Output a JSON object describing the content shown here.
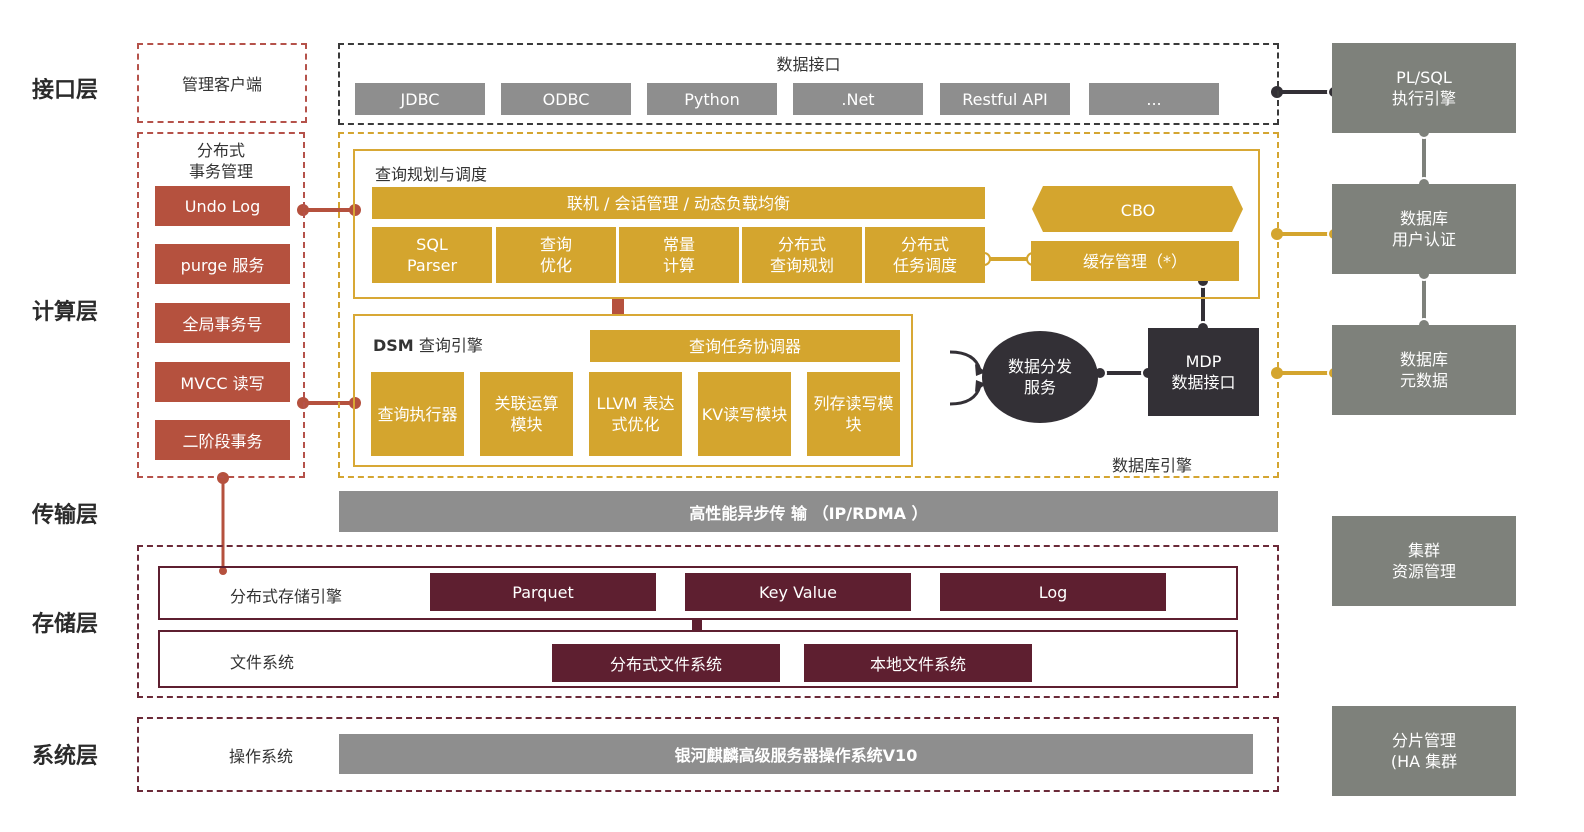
{
  "layers": {
    "interface": "接口层",
    "compute": "计算层",
    "transport": "传输层",
    "storage": "存储层",
    "system": "系统层"
  },
  "mgmt_client": "管理客户端",
  "data_interface": {
    "title": "数据接口",
    "items": [
      "JDBC",
      "ODBC",
      "Python",
      ".Net",
      "Restful API",
      "..."
    ]
  },
  "tx_mgmt": {
    "title": "分布式\n事务管理",
    "items": [
      "Undo Log",
      "purge  服务",
      "全局事务号",
      "MVCC  读写",
      "二阶段事务"
    ]
  },
  "query_plan": {
    "title": "查询规划与调度",
    "bar": "联机 / 会话管理 / 动态负载均衡",
    "modules": [
      "SQL\nParser",
      "查询\n优化",
      "常量\n计算",
      "分布式\n查询规划",
      "分布式\n任务调度"
    ],
    "cbo": "CBO",
    "cache": "缓存管理（*）"
  },
  "dsm": {
    "title_bold": "DSM",
    "title_rest": " 查询引擎",
    "coordinator": "查询任务协调器",
    "modules": [
      "查询执行器",
      "关联运算\n模块",
      "LLVM 表达\n式优化",
      "KV读写模块",
      "列存读写模\n块"
    ]
  },
  "data_dist": "数据分发\n服务",
  "mdp": "MDP\n数据接口",
  "db_engine_label": "数据库引擎",
  "transport_bar": "高性能异步传 输 （IP/RDMA ）",
  "storage_engine": {
    "label": "分布式存储引擎",
    "items": [
      "Parquet",
      "Key Value",
      "Log"
    ]
  },
  "file_system": {
    "label": "文件系统",
    "items": [
      "分布式文件系统",
      "本地文件系统"
    ]
  },
  "os": {
    "label": "操作系统",
    "bar": "银河麒麟高级服务器操作系统V10"
  },
  "side": [
    "PL/SQL\n执行引擎",
    "数据库\n用户认证",
    "数据库\n元数据",
    "集群\n资源管理",
    "分片管理\n(HA  集群"
  ],
  "colors": {
    "red": "#b5513e",
    "gold": "#d4a52e",
    "maroon": "#5e1f30",
    "gray": "#8e8e8e",
    "side_gray": "#7e817b",
    "dark": "#333036"
  }
}
